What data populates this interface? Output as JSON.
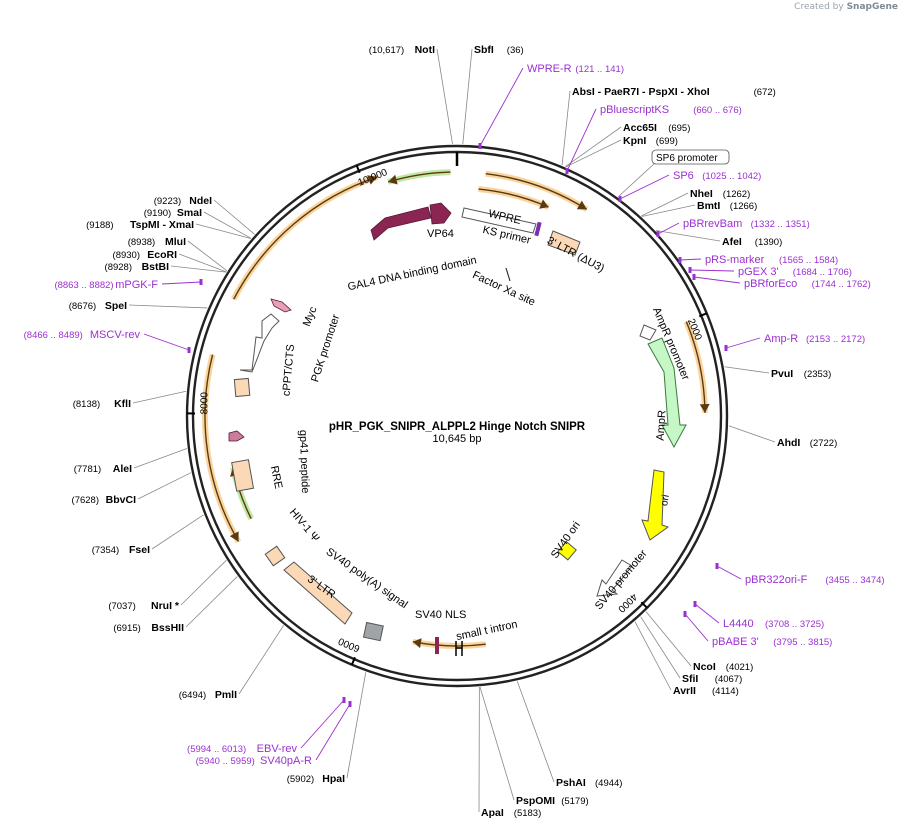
{
  "watermark": {
    "prefix": "Created by",
    "brand": "SnapGene"
  },
  "plasmid": {
    "name": "pHR_PGK_SNIPR_ALPPL2 Hinge Notch SNIPR",
    "size_label": "10,645 bp",
    "length": 10645
  },
  "colors": {
    "backbone": "#222222",
    "enzyme": "#000000",
    "primer": "#9b30d0",
    "orange_arrow": "#f5b04a",
    "green_arrow": "#8ed35a",
    "maroon": "#8b2552",
    "peach": "#fcd9b6",
    "ori": "#ffff00",
    "ampr": "#c6f7c6",
    "gray": "#a0a4a8"
  },
  "ticks": [
    {
      "pos": 2000,
      "label": "2000"
    },
    {
      "pos": 4000,
      "label": "4000"
    },
    {
      "pos": 6000,
      "label": "6000"
    },
    {
      "pos": 8000,
      "label": "8000"
    },
    {
      "pos": 10000,
      "label": "10,000"
    }
  ],
  "enzymes": [
    {
      "name": "NotI",
      "pos_label": "10,617",
      "pos": 10617,
      "side": "top"
    },
    {
      "name": "SbfI",
      "pos_label": "36",
      "pos": 36,
      "side": "top"
    },
    {
      "name": "AbsI - PaeR7I - PspXI - XhoI",
      "pos_label": "672",
      "pos": 672
    },
    {
      "name": "Acc65I",
      "pos_label": "695",
      "pos": 695
    },
    {
      "name": "KpnI",
      "pos_label": "699",
      "pos": 699
    },
    {
      "name": "NheI",
      "pos_label": "1262",
      "pos": 1262
    },
    {
      "name": "BmtI",
      "pos_label": "1266",
      "pos": 1266
    },
    {
      "name": "AfeI",
      "pos_label": "1390",
      "pos": 1390
    },
    {
      "name": "PvuI",
      "pos_label": "2353",
      "pos": 2353
    },
    {
      "name": "AhdI",
      "pos_label": "2722",
      "pos": 2722
    },
    {
      "name": "NcoI",
      "pos_label": "4021",
      "pos": 4021
    },
    {
      "name": "SfiI",
      "pos_label": "4067",
      "pos": 4067
    },
    {
      "name": "AvrII",
      "pos_label": "4114",
      "pos": 4114
    },
    {
      "name": "PshAI",
      "pos_label": "4944",
      "pos": 4944
    },
    {
      "name": "PspOMI",
      "pos_label": "5179",
      "pos": 5179
    },
    {
      "name": "ApaI",
      "pos_label": "5183",
      "pos": 5183
    },
    {
      "name": "HpaI",
      "pos_label": "5902",
      "pos": 5902
    },
    {
      "name": "PmlI",
      "pos_label": "6494",
      "pos": 6494
    },
    {
      "name": "BssHII",
      "pos_label": "6915",
      "pos": 6915
    },
    {
      "name": "NruI *",
      "pos_label": "7037",
      "pos": 7037
    },
    {
      "name": "FseI",
      "pos_label": "7354",
      "pos": 7354
    },
    {
      "name": "BbvCI",
      "pos_label": "7628",
      "pos": 7628
    },
    {
      "name": "AleI",
      "pos_label": "7781",
      "pos": 7781
    },
    {
      "name": "KflI",
      "pos_label": "8138",
      "pos": 8138
    },
    {
      "name": "SpeI",
      "pos_label": "8676",
      "pos": 8676
    },
    {
      "name": "BstBI",
      "pos_label": "8928",
      "pos": 8928
    },
    {
      "name": "EcoRI",
      "pos_label": "8930",
      "pos": 8930
    },
    {
      "name": "MluI",
      "pos_label": "8938",
      "pos": 8938
    },
    {
      "name": "TspMI - XmaI",
      "pos_label": "9188",
      "pos": 9188
    },
    {
      "name": "SmaI",
      "pos_label": "9190",
      "pos": 9190
    },
    {
      "name": "NdeI",
      "pos_label": "9223",
      "pos": 9223
    }
  ],
  "primers": [
    {
      "name": "WPRE-R",
      "range": "121 .. 141"
    },
    {
      "name": "pBluescriptKS",
      "range": "660 .. 676"
    },
    {
      "name": "SP6",
      "range": "1025 .. 1042"
    },
    {
      "name": "pBRrevBam",
      "range": "1332 .. 1351"
    },
    {
      "name": "pRS-marker",
      "range": "1565 .. 1584"
    },
    {
      "name": "pGEX 3'",
      "range": "1684 .. 1706"
    },
    {
      "name": "pBRforEco",
      "range": "1744 .. 1762"
    },
    {
      "name": "Amp-R",
      "range": "2153 .. 2172"
    },
    {
      "name": "pBR322ori-F",
      "range": "3455 .. 3474"
    },
    {
      "name": "L4440",
      "range": "3708 .. 3725"
    },
    {
      "name": "pBABE 3'",
      "range": "3795 .. 3815"
    },
    {
      "name": "EBV-rev",
      "range": "5994 .. 6013"
    },
    {
      "name": "SV40pA-R",
      "range": "5940 .. 5959"
    },
    {
      "name": "MSCV-rev",
      "range": "8466 .. 8489"
    },
    {
      "name": "mPGK-F",
      "range": "8863 .. 8882"
    }
  ],
  "promoter_box": {
    "label": "SP6 promoter"
  },
  "features": [
    {
      "name": "WPRE"
    },
    {
      "name": "KS primer"
    },
    {
      "name": "3' LTR (ΔU3)"
    },
    {
      "name": "Factor Xa site"
    },
    {
      "name": "VP64"
    },
    {
      "name": "GAL4 DNA binding domain"
    },
    {
      "name": "AmpR promoter"
    },
    {
      "name": "AmpR"
    },
    {
      "name": "ori"
    },
    {
      "name": "SV40 ori"
    },
    {
      "name": "SV40 promoter"
    },
    {
      "name": "SV40 NLS"
    },
    {
      "name": "small t intron"
    },
    {
      "name": "SV40 poly(A) signal"
    },
    {
      "name": "3' LTR"
    },
    {
      "name": "HIV-1 Ψ"
    },
    {
      "name": "RRE"
    },
    {
      "name": "gp41 peptide"
    },
    {
      "name": "cPPT/CTS"
    },
    {
      "name": "PGK promoter"
    },
    {
      "name": "Myc"
    }
  ]
}
